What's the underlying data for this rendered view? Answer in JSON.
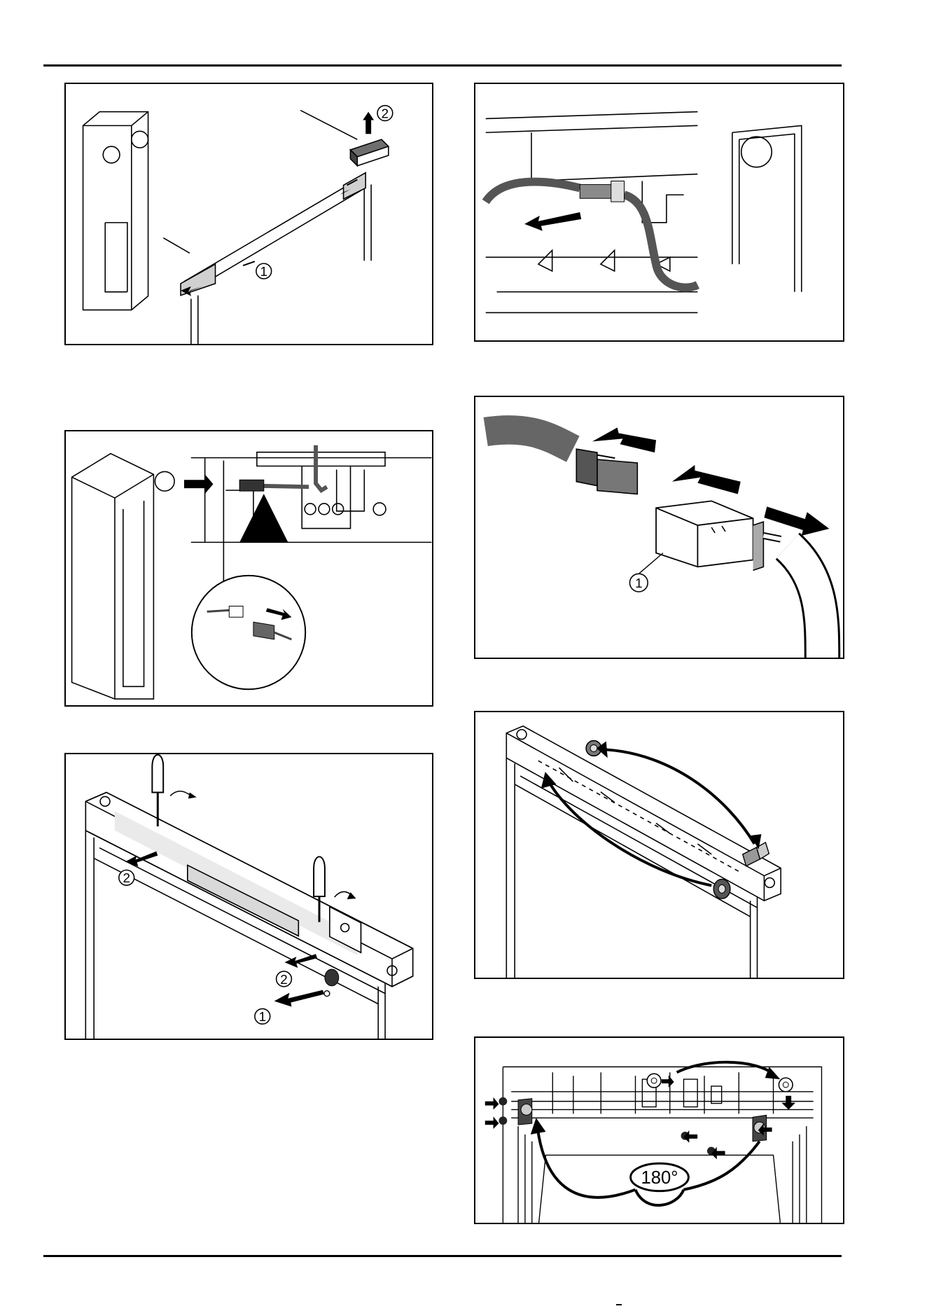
{
  "figures": [
    {
      "id": "fig-1",
      "callouts": [
        "2",
        "1"
      ]
    },
    {
      "id": "fig-2",
      "callouts": []
    },
    {
      "id": "fig-3",
      "callouts": []
    },
    {
      "id": "fig-4",
      "callouts": [
        "1"
      ]
    },
    {
      "id": "fig-5",
      "callouts": [
        "2",
        "2",
        "1"
      ]
    },
    {
      "id": "fig-6",
      "callouts": []
    },
    {
      "id": "fig-7",
      "callouts": [],
      "angle_label": "180°"
    }
  ]
}
